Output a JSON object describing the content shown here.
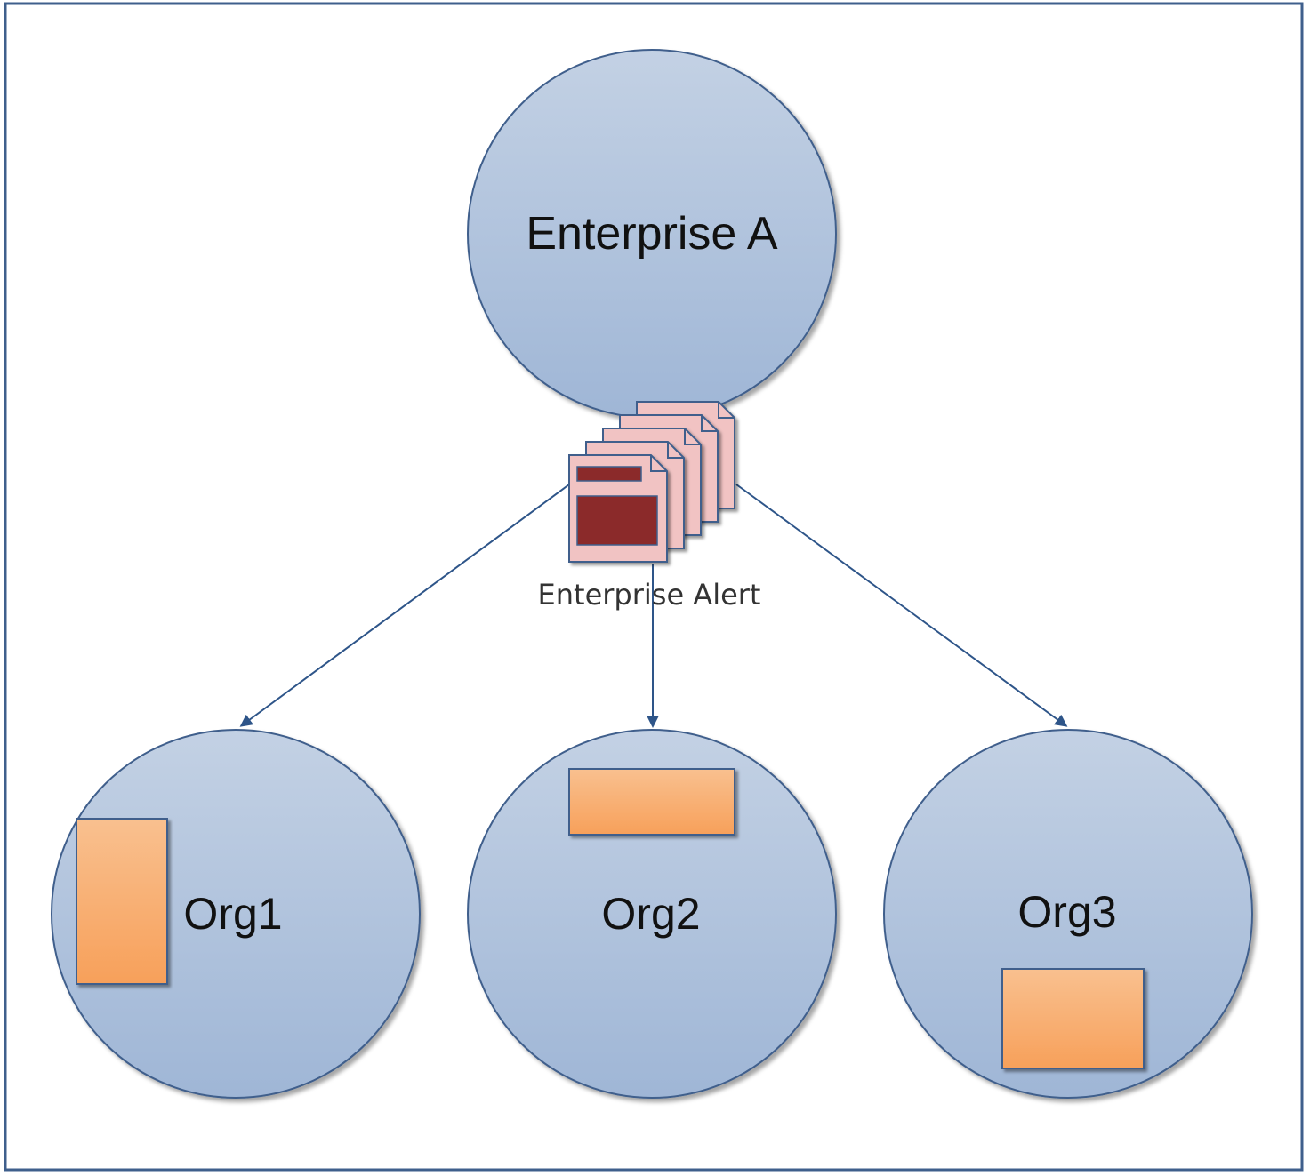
{
  "diagram": {
    "root": {
      "label": "Enterprise A"
    },
    "alert": {
      "label": "Enterprise Alert",
      "icon": "stacked-documents-icon"
    },
    "children": [
      {
        "label": "Org1"
      },
      {
        "label": "Org2"
      },
      {
        "label": "Org3"
      }
    ],
    "edges": [
      {
        "from": "Enterprise Alert",
        "to": "Org1"
      },
      {
        "from": "Enterprise Alert",
        "to": "Org2"
      },
      {
        "from": "Enterprise Alert",
        "to": "Org3"
      }
    ],
    "colors": {
      "circle_top": "#c3d1e4",
      "circle_bottom": "#9fb6d6",
      "circle_stroke": "#3f5f8c",
      "arrow": "#2e5589",
      "doc_fill": "#f1c3c3",
      "doc_dark": "#8b2b2b",
      "rect_top": "#f9c08f",
      "rect_bottom": "#f7a05a",
      "border": "#3f5f8c"
    }
  }
}
